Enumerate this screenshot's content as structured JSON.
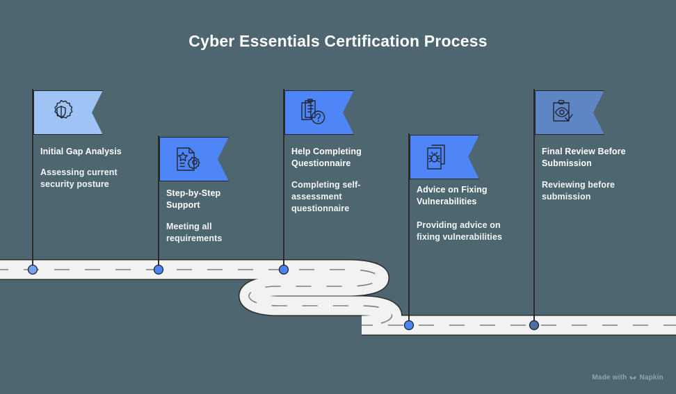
{
  "page": {
    "title": "Cyber Essentials Certification Process",
    "background_color": "#4d6670",
    "title_color": "#ffffff"
  },
  "road": {
    "surface_color": "#f2f2f2",
    "edge_color": "#2b2b2b",
    "dash_color": "#6b6b6b",
    "shape": "serpentine"
  },
  "watermark": {
    "text": "Made with",
    "brand": "Napkin",
    "icon": "napkin-butterfly-logo"
  },
  "milestones": [
    {
      "index": "1",
      "title": "Initial Gap Analysis",
      "description": "Assessing current security posture",
      "icon": "gear-shield-icon",
      "flag_color": "#9fc3f5",
      "dot_color": "#72a2f0",
      "marker_x": "47"
    },
    {
      "index": "2",
      "title": "Step-by-Step Support",
      "description": "Meeting all requirements",
      "icon": "document-star-gear-icon",
      "flag_color": "#4f86f7",
      "dot_color": "#4b84f2",
      "marker_x": "228"
    },
    {
      "index": "3",
      "title": "Help Completing Questionnaire",
      "description": "Completing self-assessment questionnaire",
      "icon": "clipboard-question-icon",
      "flag_color": "#4f86f7",
      "dot_color": "#4b84f2",
      "marker_x": "408"
    },
    {
      "index": "4",
      "title": "Advice on Fixing Vulnerabilities",
      "description": "Providing advice on fixing vulnerabilities",
      "icon": "bug-document-icon",
      "flag_color": "#4f86f7",
      "dot_color": "#4b84f2",
      "marker_x": "588"
    },
    {
      "index": "5",
      "title": "Final Review Before Submission",
      "description": "Reviewing before submission",
      "icon": "clipboard-eye-check-icon",
      "flag_color": "#5e86c4",
      "dot_color": "#4b6fa8",
      "marker_x": "768"
    }
  ]
}
